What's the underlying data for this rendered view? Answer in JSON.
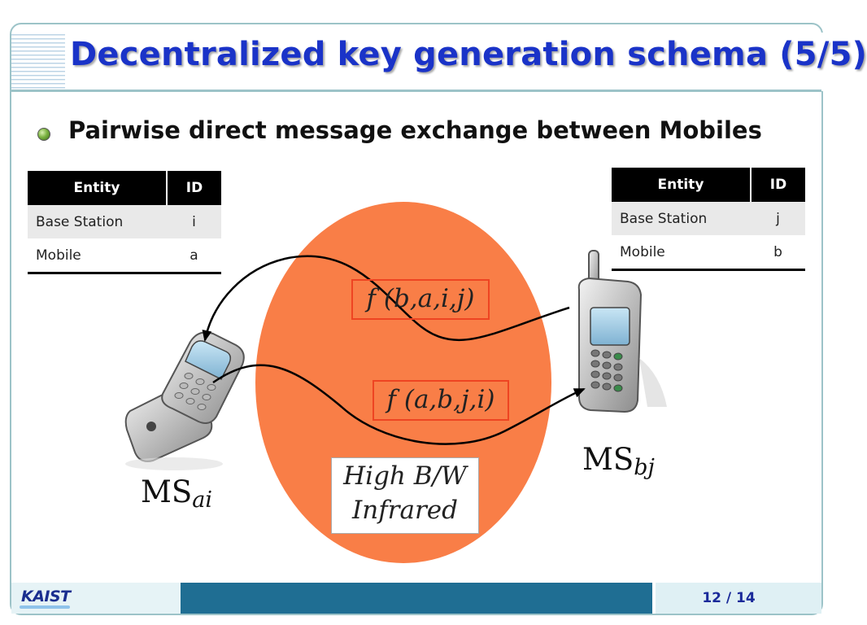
{
  "slide": {
    "title": "Decentralized key generation schema (5/5)",
    "bullet": "Pairwise direct message exchange between Mobiles"
  },
  "table_left": {
    "headers": [
      "Entity",
      "ID"
    ],
    "rows": [
      [
        "Base Station",
        "i"
      ],
      [
        "Mobile",
        "a"
      ]
    ]
  },
  "table_right": {
    "headers": [
      "Entity",
      "ID"
    ],
    "rows": [
      [
        "Base Station",
        "j"
      ],
      [
        "Mobile",
        "b"
      ]
    ]
  },
  "diagram": {
    "message_top": "f (b,a,i,j)",
    "message_bottom": "f (a,b,j,i)",
    "channel_line1": "High B/W",
    "channel_line2": "Infrared",
    "mobile_left_label": "MS",
    "mobile_left_sub": "ai",
    "mobile_right_label": "MS",
    "mobile_right_sub": "bj",
    "channel_color": "#f97e47"
  },
  "footer": {
    "logo_text": "KAIST",
    "page": "12 / 14"
  }
}
